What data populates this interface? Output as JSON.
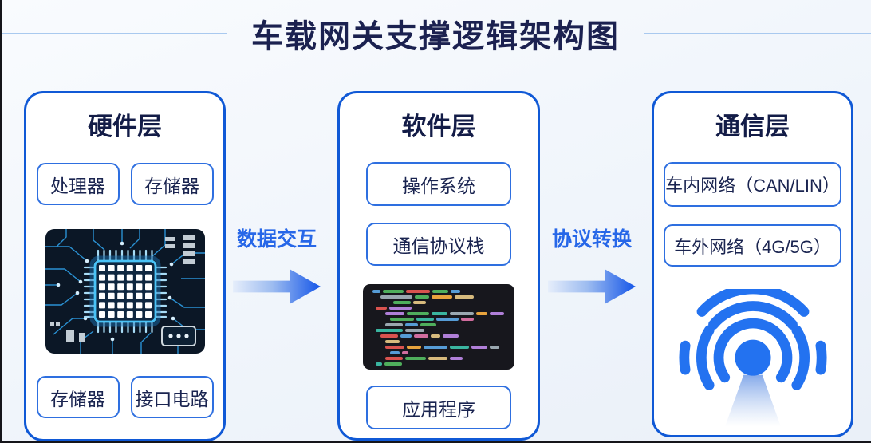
{
  "title": "车载网关支撑逻辑架构图",
  "layers": {
    "hardware": {
      "title": "硬件层",
      "boxes": [
        "处理器",
        "存储器",
        "存储器",
        "接口电路"
      ],
      "image": "circuit-board-chip-photo"
    },
    "software": {
      "title": "软件层",
      "boxes": [
        "操作系统",
        "通信协议栈",
        "应用程序"
      ],
      "image": "code-editor-screenshot"
    },
    "communication": {
      "title": "通信层",
      "boxes": [
        "车内网络（CAN/LIN）",
        "车外网络（4G/5G）"
      ],
      "icon": "wireless-antenna"
    }
  },
  "arrows": [
    {
      "label": "数据交互"
    },
    {
      "label": "协议转换"
    }
  ],
  "colors": {
    "card_border": "#1059d6",
    "box_border": "#2e6fe0",
    "title_text": "#1b2150",
    "arrow_blue": "#2767e8",
    "arrow_gradient_end": "#1556e8",
    "header_rule": "#a9c9ef",
    "wifi_blue": "#2372f0"
  }
}
